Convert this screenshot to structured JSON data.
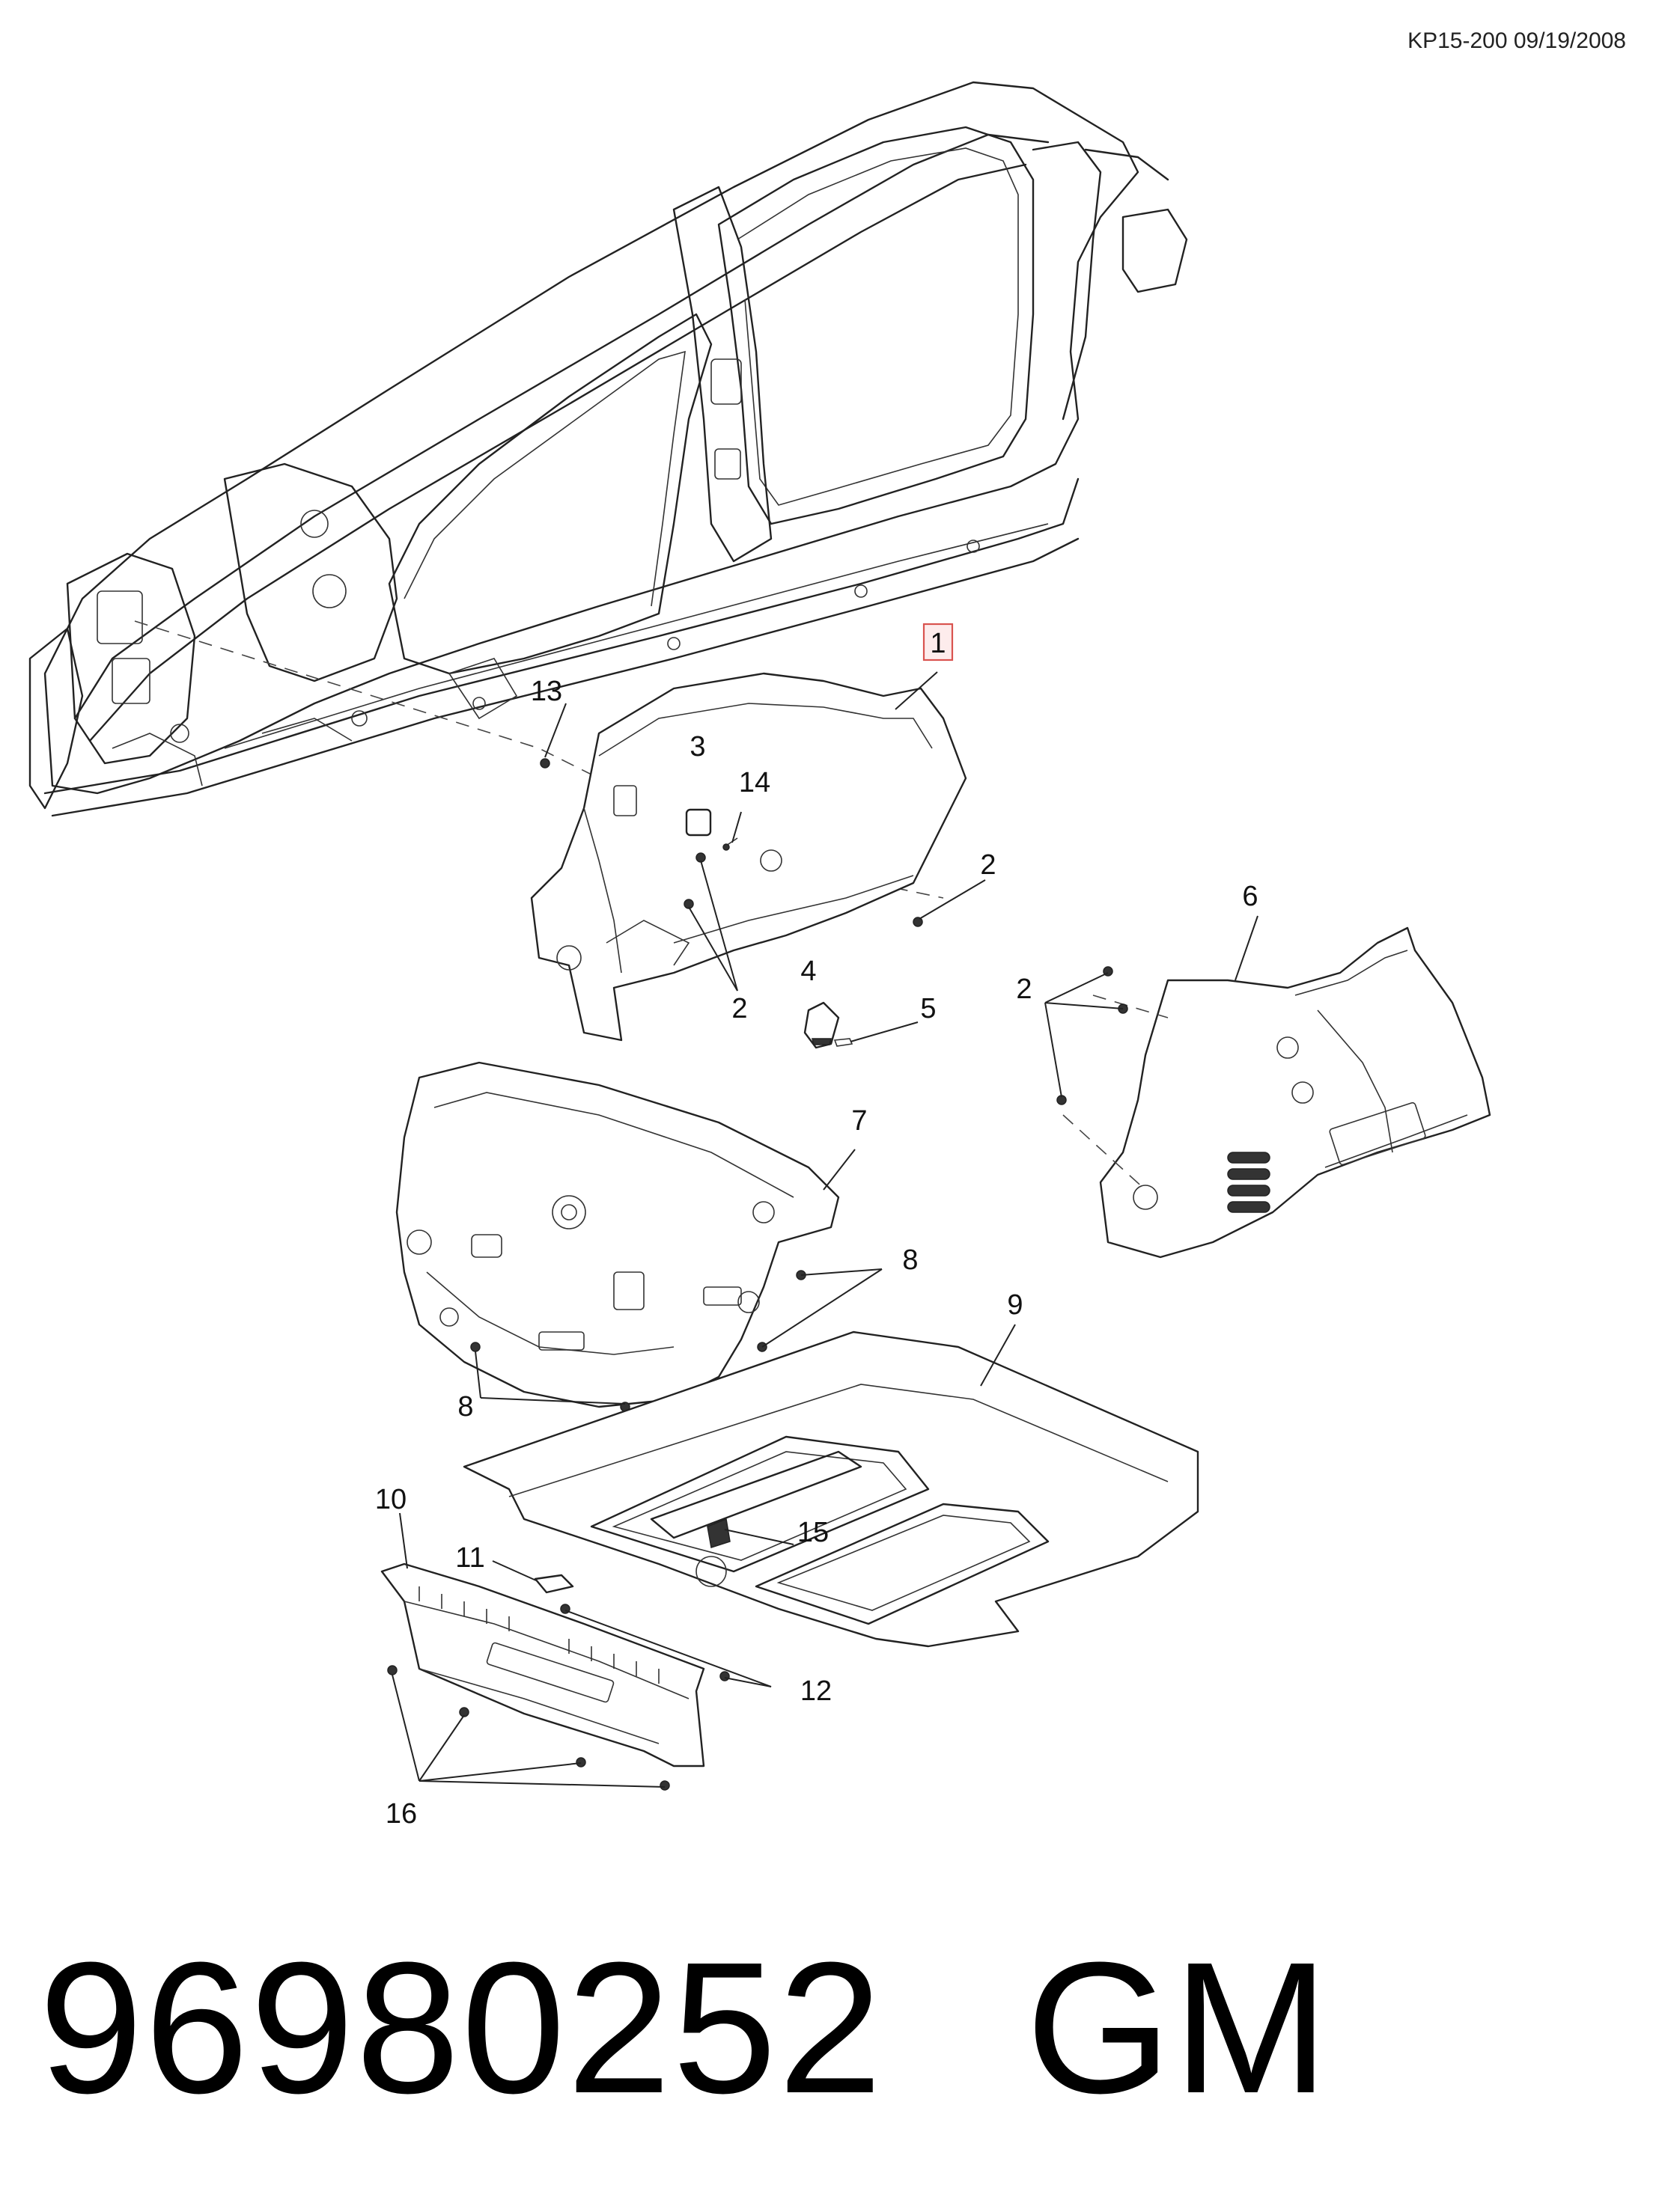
{
  "header": {
    "doc_code": "KP15-200 09/19/2008"
  },
  "callouts": {
    "c1": "1",
    "c2a": "2",
    "c2b": "2",
    "c2c": "2",
    "c3": "3",
    "c4": "4",
    "c5": "5",
    "c6": "6",
    "c7": "7",
    "c8a": "8",
    "c8b": "8",
    "c9": "9",
    "c10": "10",
    "c11": "11",
    "c12": "12",
    "c13": "13",
    "c14": "14",
    "c15": "15",
    "c16": "16"
  },
  "footer": {
    "part_number": "96980252",
    "brand": "GM"
  },
  "colors": {
    "highlight_border": "#d9534f",
    "line": "#222222"
  }
}
